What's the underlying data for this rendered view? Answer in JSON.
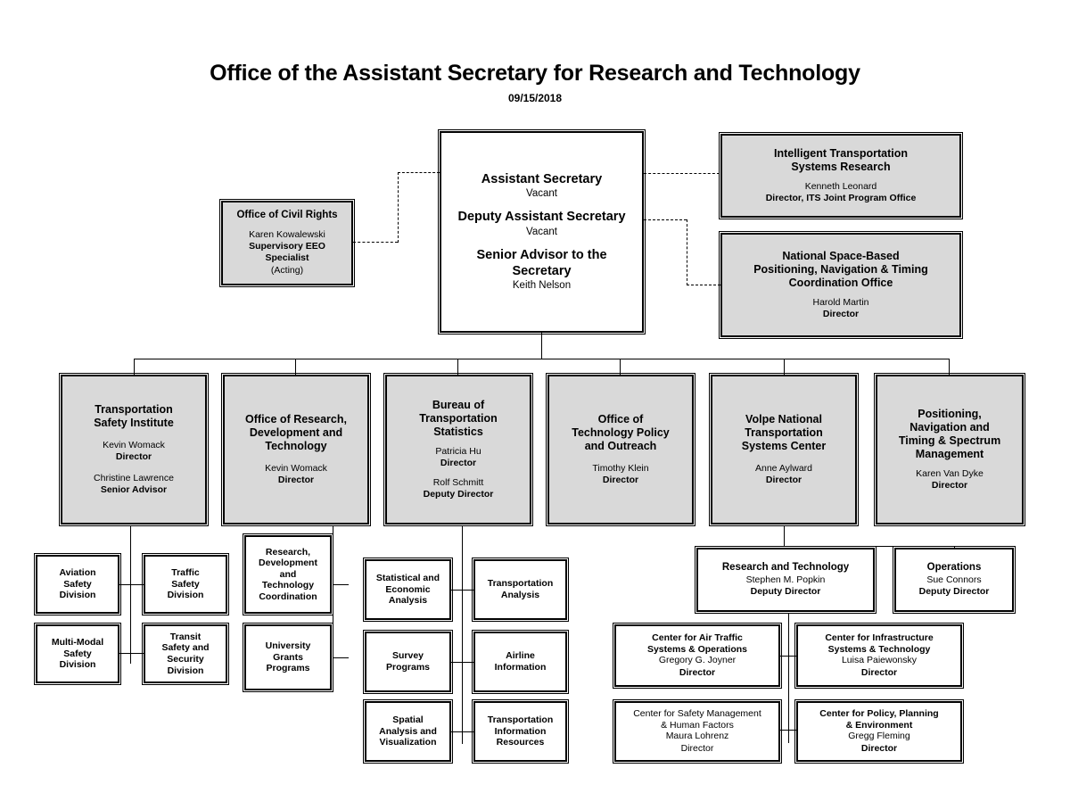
{
  "header": {
    "title": "Office of the Assistant Secretary for Research and Technology",
    "date": "09/15/2018"
  },
  "top": {
    "secretary": {
      "role1": "Assistant Secretary",
      "name1": "Vacant",
      "role2": "Deputy Assistant Secretary",
      "name2": "Vacant",
      "role3_line1": "Senior Advisor to the",
      "role3_line2": "Secretary",
      "name3": "Keith Nelson"
    },
    "civil_rights": {
      "title": "Office of Civil Rights",
      "name": "Karen Kowalewski",
      "role_line1": "Supervisory EEO",
      "role_line2": "Specialist",
      "status": "(Acting)"
    },
    "its": {
      "title_line1": "Intelligent Transportation",
      "title_line2": "Systems Research",
      "name": "Kenneth Leonard",
      "role": "Director, ITS Joint Program Office"
    },
    "pnt": {
      "title_line1": "National Space-Based",
      "title_line2": "Positioning, Navigation & Timing",
      "title_line3": "Coordination Office",
      "name": "Harold Martin",
      "role": "Director"
    }
  },
  "divisions": [
    {
      "title_line1": "Transportation",
      "title_line2": "Safety Institute",
      "name1": "Kevin Womack",
      "role1": "Director",
      "name2": "Christine Lawrence",
      "role2": "Senior Advisor"
    },
    {
      "title_line1": "Office of Research,",
      "title_line2": "Development and",
      "title_line3": "Technology",
      "name1": "Kevin Womack",
      "role1": "Director"
    },
    {
      "title_line1": "Bureau of",
      "title_line2": "Transportation",
      "title_line3": "Statistics",
      "name1": "Patricia Hu",
      "role1": "Director",
      "name2": "Rolf Schmitt",
      "role2": "Deputy Director"
    },
    {
      "title_line1": "Office of",
      "title_line2": "Technology Policy",
      "title_line3": "and Outreach",
      "name1": "Timothy Klein",
      "role1": "Director"
    },
    {
      "title_line1": "Volpe National",
      "title_line2": "Transportation",
      "title_line3": "Systems Center",
      "name1": "Anne Aylward",
      "role1": "Director"
    },
    {
      "title_line1": "Positioning,",
      "title_line2": "Navigation and",
      "title_line3": "Timing & Spectrum",
      "title_line4": "Management",
      "name1": "Karen Van Dyke",
      "role1": "Director"
    }
  ],
  "tsi_units": [
    {
      "l1": "Aviation",
      "l2": "Safety",
      "l3": "Division"
    },
    {
      "l1": "Traffic",
      "l2": "Safety",
      "l3": "Division"
    },
    {
      "l1": "Multi-Modal",
      "l2": "Safety",
      "l3": "Division"
    },
    {
      "l1": "Transit",
      "l2": "Safety and",
      "l3": "Security",
      "l4": "Division"
    }
  ],
  "ordt_units": [
    {
      "l1": "Research,",
      "l2": "Development",
      "l3": "and",
      "l4": "Technology",
      "l5": "Coordination"
    },
    {
      "l1": "University",
      "l2": "Grants",
      "l3": "Programs"
    }
  ],
  "bts_units": [
    {
      "l1": "Statistical and",
      "l2": "Economic",
      "l3": "Analysis"
    },
    {
      "l1": "Transportation",
      "l2": "Analysis"
    },
    {
      "l1": "Survey",
      "l2": "Programs"
    },
    {
      "l1": "Airline",
      "l2": "Information"
    },
    {
      "l1": "Spatial",
      "l2": "Analysis and",
      "l3": "Visualization"
    },
    {
      "l1": "Transportation",
      "l2": "Information",
      "l3": "Resources"
    }
  ],
  "volpe_units": {
    "research_tech": {
      "title": "Research and Technology",
      "name": "Stephen M. Popkin",
      "role": "Deputy Director"
    },
    "operations": {
      "title": "Operations",
      "name": "Sue Connors",
      "role": "Deputy Director"
    },
    "centers": [
      {
        "title_line1": "Center for Air Traffic",
        "title_line2": "Systems & Operations",
        "name": "Gregory G. Joyner",
        "role": "Director"
      },
      {
        "title_line1": "Center for Infrastructure",
        "title_line2": "Systems & Technology",
        "name": "Luisa Paiewonsky",
        "role": "Director"
      },
      {
        "title_line1": "Center for Safety Management",
        "title_line2": "& Human Factors",
        "name": "Maura Lohrenz",
        "role": "Director"
      },
      {
        "title_line1": "Center for Policy, Planning",
        "title_line2": "& Environment",
        "name": "Gregg Fleming",
        "role": "Director"
      }
    ]
  },
  "colors": {
    "box_fill": "#d9d9d9",
    "box_fill_white": "#ffffff",
    "border": "#000000",
    "background": "#ffffff"
  }
}
